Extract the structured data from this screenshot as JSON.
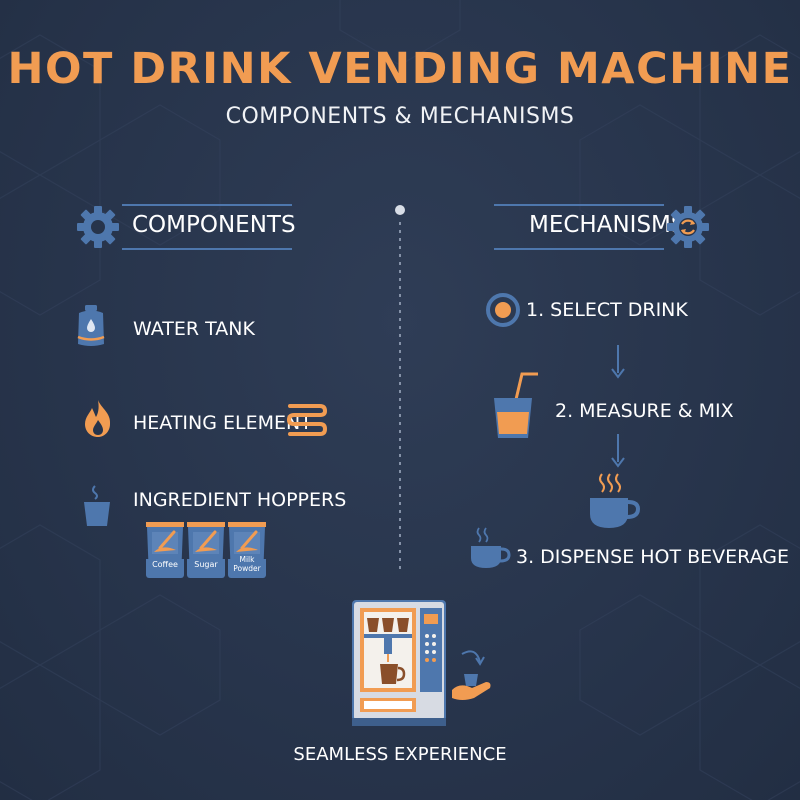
{
  "header": {
    "title": "HOT DRINK VENDING MACHINE",
    "subtitle": "COMPONENTS & MECHANISMS"
  },
  "components": {
    "heading": "COMPONENTS",
    "items": [
      {
        "label": "WATER TANK",
        "icon": "water-tank-icon"
      },
      {
        "label": "HEATING ELEMENT",
        "icon": "flame-icon"
      },
      {
        "label": "INGREDIENT HOPPERS",
        "icon": "cup-icon"
      }
    ],
    "hoppers": [
      "Coffee",
      "Sugar",
      "Milk Powder"
    ]
  },
  "mechanisms": {
    "heading": "MECHANISMS",
    "steps": [
      {
        "label": "1. SELECT DRINK",
        "icon": "select-button-icon"
      },
      {
        "label": "2. MEASURE & MIX",
        "icon": "cup-with-straw-icon"
      },
      {
        "label": "3. DISPENSE HOT BEVERAGE",
        "icon": "steaming-mug-icon"
      }
    ]
  },
  "footer": {
    "label": "SEAMLESS EXPERIENCE",
    "icon": "vending-machine-icon"
  },
  "colors": {
    "background": "#27344b",
    "accent_orange": "#f19c52",
    "accent_blue": "#4e77ad",
    "text": "#ffffff"
  }
}
